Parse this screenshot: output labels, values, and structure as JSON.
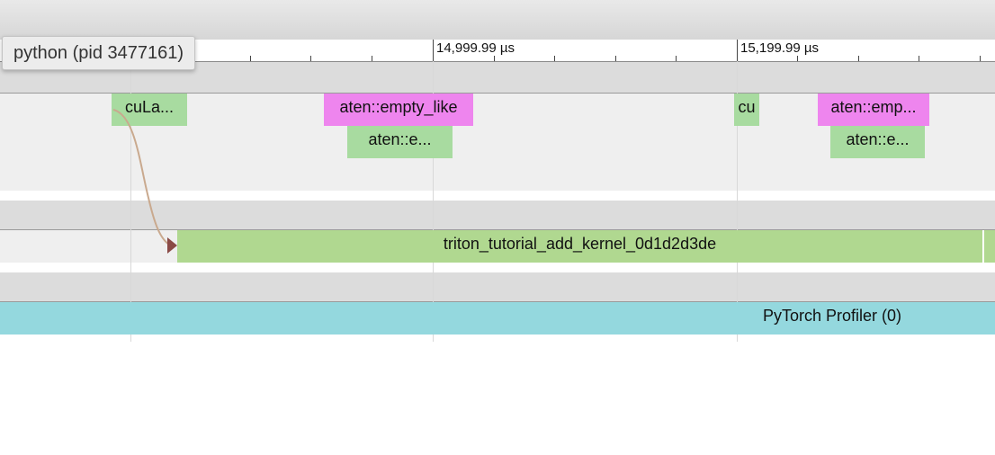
{
  "process": {
    "label": "python (pid 3477161)"
  },
  "ruler": {
    "tick_labels": [
      "14,999.99 µs",
      "15,199.99 µs"
    ]
  },
  "track_cpu": {
    "slices": [
      {
        "label": "cuLa...",
        "color": "#a8dba0"
      },
      {
        "label": "aten::empty_like",
        "color": "#ee85ee"
      },
      {
        "label": "aten::e...",
        "color": "#a8dba0"
      },
      {
        "label": "cu",
        "color": "#a8dba0"
      },
      {
        "label": "aten::emp...",
        "color": "#ee85ee"
      },
      {
        "label": "aten::e...",
        "color": "#a8dba0"
      }
    ]
  },
  "track_gpu": {
    "kernel": {
      "label": "triton_tutorial_add_kernel_0d1d2d3de",
      "color": "#b0d890"
    }
  },
  "track_profiler": {
    "label": "PyTorch Profiler (0)",
    "color": "#94d8de"
  },
  "flow_arrow": {
    "color": "#c9a98e",
    "head_color": "#8a4a46"
  }
}
